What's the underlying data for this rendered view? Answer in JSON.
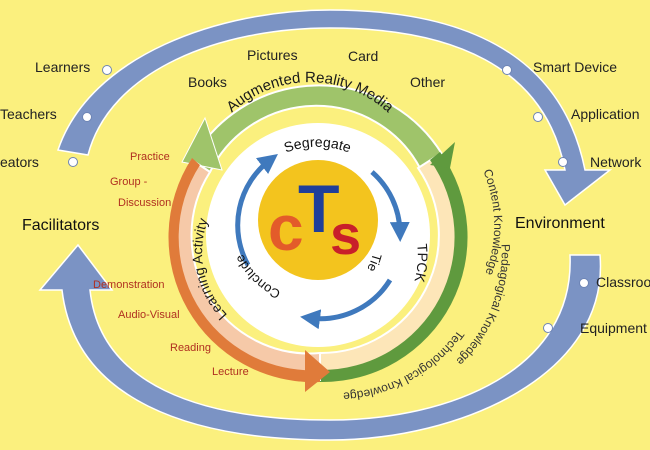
{
  "colors": {
    "background": "#fbf07e",
    "outer_arrow": "#7b93c4",
    "ar_media": "#9fc46a",
    "tpck": "#5f9a3e",
    "learning": "#e07b3a",
    "inner_arrow": "#3f79bd",
    "logo_circle": "#f3c41e",
    "logo_c": "#e35b2a",
    "logo_t": "#1f3f9a",
    "logo_s": "#c8202a",
    "side_text": "#b03020"
  },
  "labels": {
    "facilitators": "Facilitators",
    "environment": "Environment",
    "facilitator_items": [
      "Learners",
      "Teachers",
      "eators"
    ],
    "environment_items": [
      "Smart Device",
      "Application",
      "Network"
    ],
    "environment_items_lower": [
      "Classroo",
      "Equipment"
    ],
    "media_items": [
      "Books",
      "Pictures",
      "Card",
      "Other"
    ],
    "learning_items_top": [
      "Practice",
      "Group -",
      "Discussion"
    ],
    "learning_items_bottom": [
      "Demonstration",
      "Audio-Visual",
      "Reading",
      "Lecture"
    ]
  },
  "rings": {
    "ar_media": "Augmented Reality Media",
    "tpck": "TPCK",
    "learning": "Learning Activity",
    "content": "Content Knowledge",
    "pedagogical": "Pedagogical Knowledge",
    "technological": "Technological Knowledge"
  },
  "cycle": {
    "segregate": "Segregate",
    "tie": "Tie",
    "conclude": "Conclude"
  },
  "logo": {
    "c": "c",
    "t": "T",
    "s": "s"
  }
}
